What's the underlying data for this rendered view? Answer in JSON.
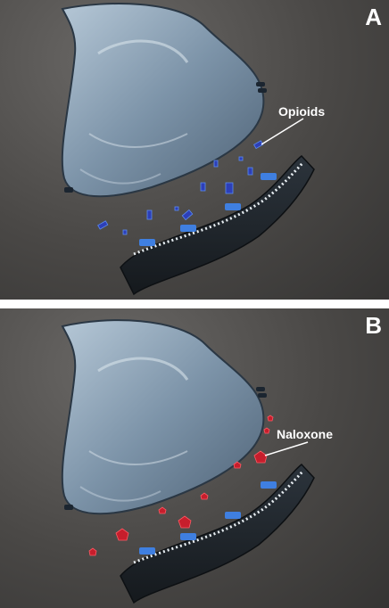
{
  "panels": [
    {
      "letter": "A",
      "label": "Opioids",
      "molecule_color": "#2d3fb8",
      "molecule_highlight": "#5b8cf0"
    },
    {
      "letter": "B",
      "label": "Naloxone",
      "molecule_color": "#c61e2c",
      "molecule_highlight": "#ff5a64"
    }
  ],
  "colors": {
    "background": "#4a4846",
    "neuron_body": "#7f97ad",
    "neuron_highlight": "#c5d4e0",
    "membrane": "#1c2228",
    "receptor_blue": "#3f7fe0"
  }
}
